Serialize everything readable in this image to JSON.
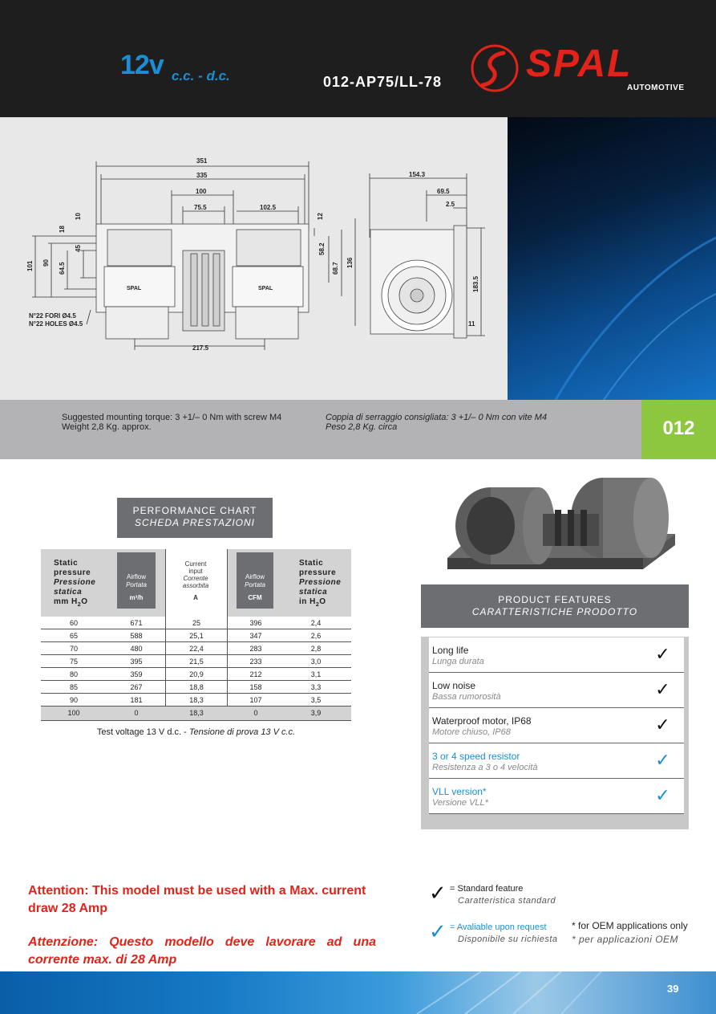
{
  "header": {
    "voltage": "12v",
    "current_type": "c.c. - d.c.",
    "model_code": "012-AP75/LL-78",
    "brand": "SPAL",
    "brand_sub": "AUTOMOTIVE",
    "brand_color": "#e2231a"
  },
  "drawing": {
    "dims": {
      "d351": "351",
      "d335": "335",
      "d100": "100",
      "d75_5": "75.5",
      "d102_5": "102.5",
      "d217_5": "217.5",
      "d101": "101",
      "d90": "90",
      "d64_5": "64.5",
      "d45": "45",
      "d18": "18",
      "d10": "10",
      "d12": "12",
      "d58_2": "58.2",
      "d68_7": "68.7",
      "d136": "136",
      "d154_3": "154.3",
      "d69_5": "69.5",
      "d2_5": "2.5",
      "d183_5": "183.5",
      "d11": "11"
    },
    "holes_it": "N°22 FORI Ø4.5",
    "holes_en": "N°22 HOLES Ø4.5",
    "housing_logo": "SPAL"
  },
  "info": {
    "en_line1": "Suggested mounting torque: 3 +1/– 0 Nm with screw M4",
    "en_line2": "Weight 2,8 Kg. approx.",
    "it_line1": "Coppia di serraggio consigliata: 3 +1/– 0 Nm con vite M4",
    "it_line2": "Peso 2,8 Kg. circa",
    "series": "012",
    "series_color": "#8dc63f"
  },
  "performance": {
    "title_en": "PERFORMANCE CHART",
    "title_it": "SCHEDA PRESTAZIONI",
    "headers": {
      "static_en": "Static",
      "static_en2": "pressure",
      "static_it": "Pressione",
      "static_it2": "statica",
      "unit_mm": "mm H",
      "unit_mm_sub": "2",
      "unit_mm_end": "O",
      "airflow": "Airflow",
      "portata": "Portata",
      "unit_m3": "m³/h",
      "current1": "Current",
      "current2": "input",
      "corrente1": "Corrente",
      "corrente2": "assorbita",
      "unit_a": "A",
      "unit_cfm": "CFM",
      "unit_in": "in H",
      "unit_in_sub": "2",
      "unit_in_end": "O"
    },
    "rows": [
      [
        "60",
        "671",
        "25",
        "396",
        "2,4"
      ],
      [
        "65",
        "588",
        "25,1",
        "347",
        "2,6"
      ],
      [
        "70",
        "480",
        "22,4",
        "283",
        "2,8"
      ],
      [
        "75",
        "395",
        "21,5",
        "233",
        "3,0"
      ],
      [
        "80",
        "359",
        "20,9",
        "212",
        "3,1"
      ],
      [
        "85",
        "267",
        "18,8",
        "158",
        "3,3"
      ],
      [
        "90",
        "181",
        "18,3",
        "107",
        "3,5"
      ],
      [
        "100",
        "0",
        "18,3",
        "0",
        "3,9"
      ]
    ],
    "test_voltage_en": "Test voltage 13 V d.c. - ",
    "test_voltage_it": "Tensione di prova 13 V c.c."
  },
  "features": {
    "title_en": "PRODUCT FEATURES",
    "title_it": "CARATTERISTICHE PRODOTTO",
    "items": [
      {
        "en": "Long life",
        "it": "Lunga durata",
        "mark": "✓"
      },
      {
        "en": "Low noise",
        "it": "Bassa rumorosità",
        "mark": "✓"
      },
      {
        "en": "Waterproof motor, IP68",
        "it": "Motore chiuso, IP68",
        "mark": "✓"
      },
      {
        "en": "3 or 4 speed resistor",
        "it": "Resistenza a 3 o 4 velocità",
        "mark": "✓"
      },
      {
        "en": "VLL version*",
        "it": "Versione VLL*",
        "mark": "✓"
      }
    ],
    "optional_color": "#1a8fd6"
  },
  "attention": {
    "en": "Attention: This model must be used with a Max. current draw 28 Amp",
    "it": "Attenzione: Questo modello deve lavorare ad una corrente max. di 28 Amp"
  },
  "legend": {
    "check": "✓",
    "std_en": "= Standard feature",
    "std_it": "Caratteristica standard",
    "opt_en": "= Avaliable upon request",
    "opt_it": "Disponibile su richiesta",
    "oem_en": "* for OEM applications only",
    "oem_it": "* per applicazioni OEM"
  },
  "footer": {
    "page_number": "39"
  }
}
